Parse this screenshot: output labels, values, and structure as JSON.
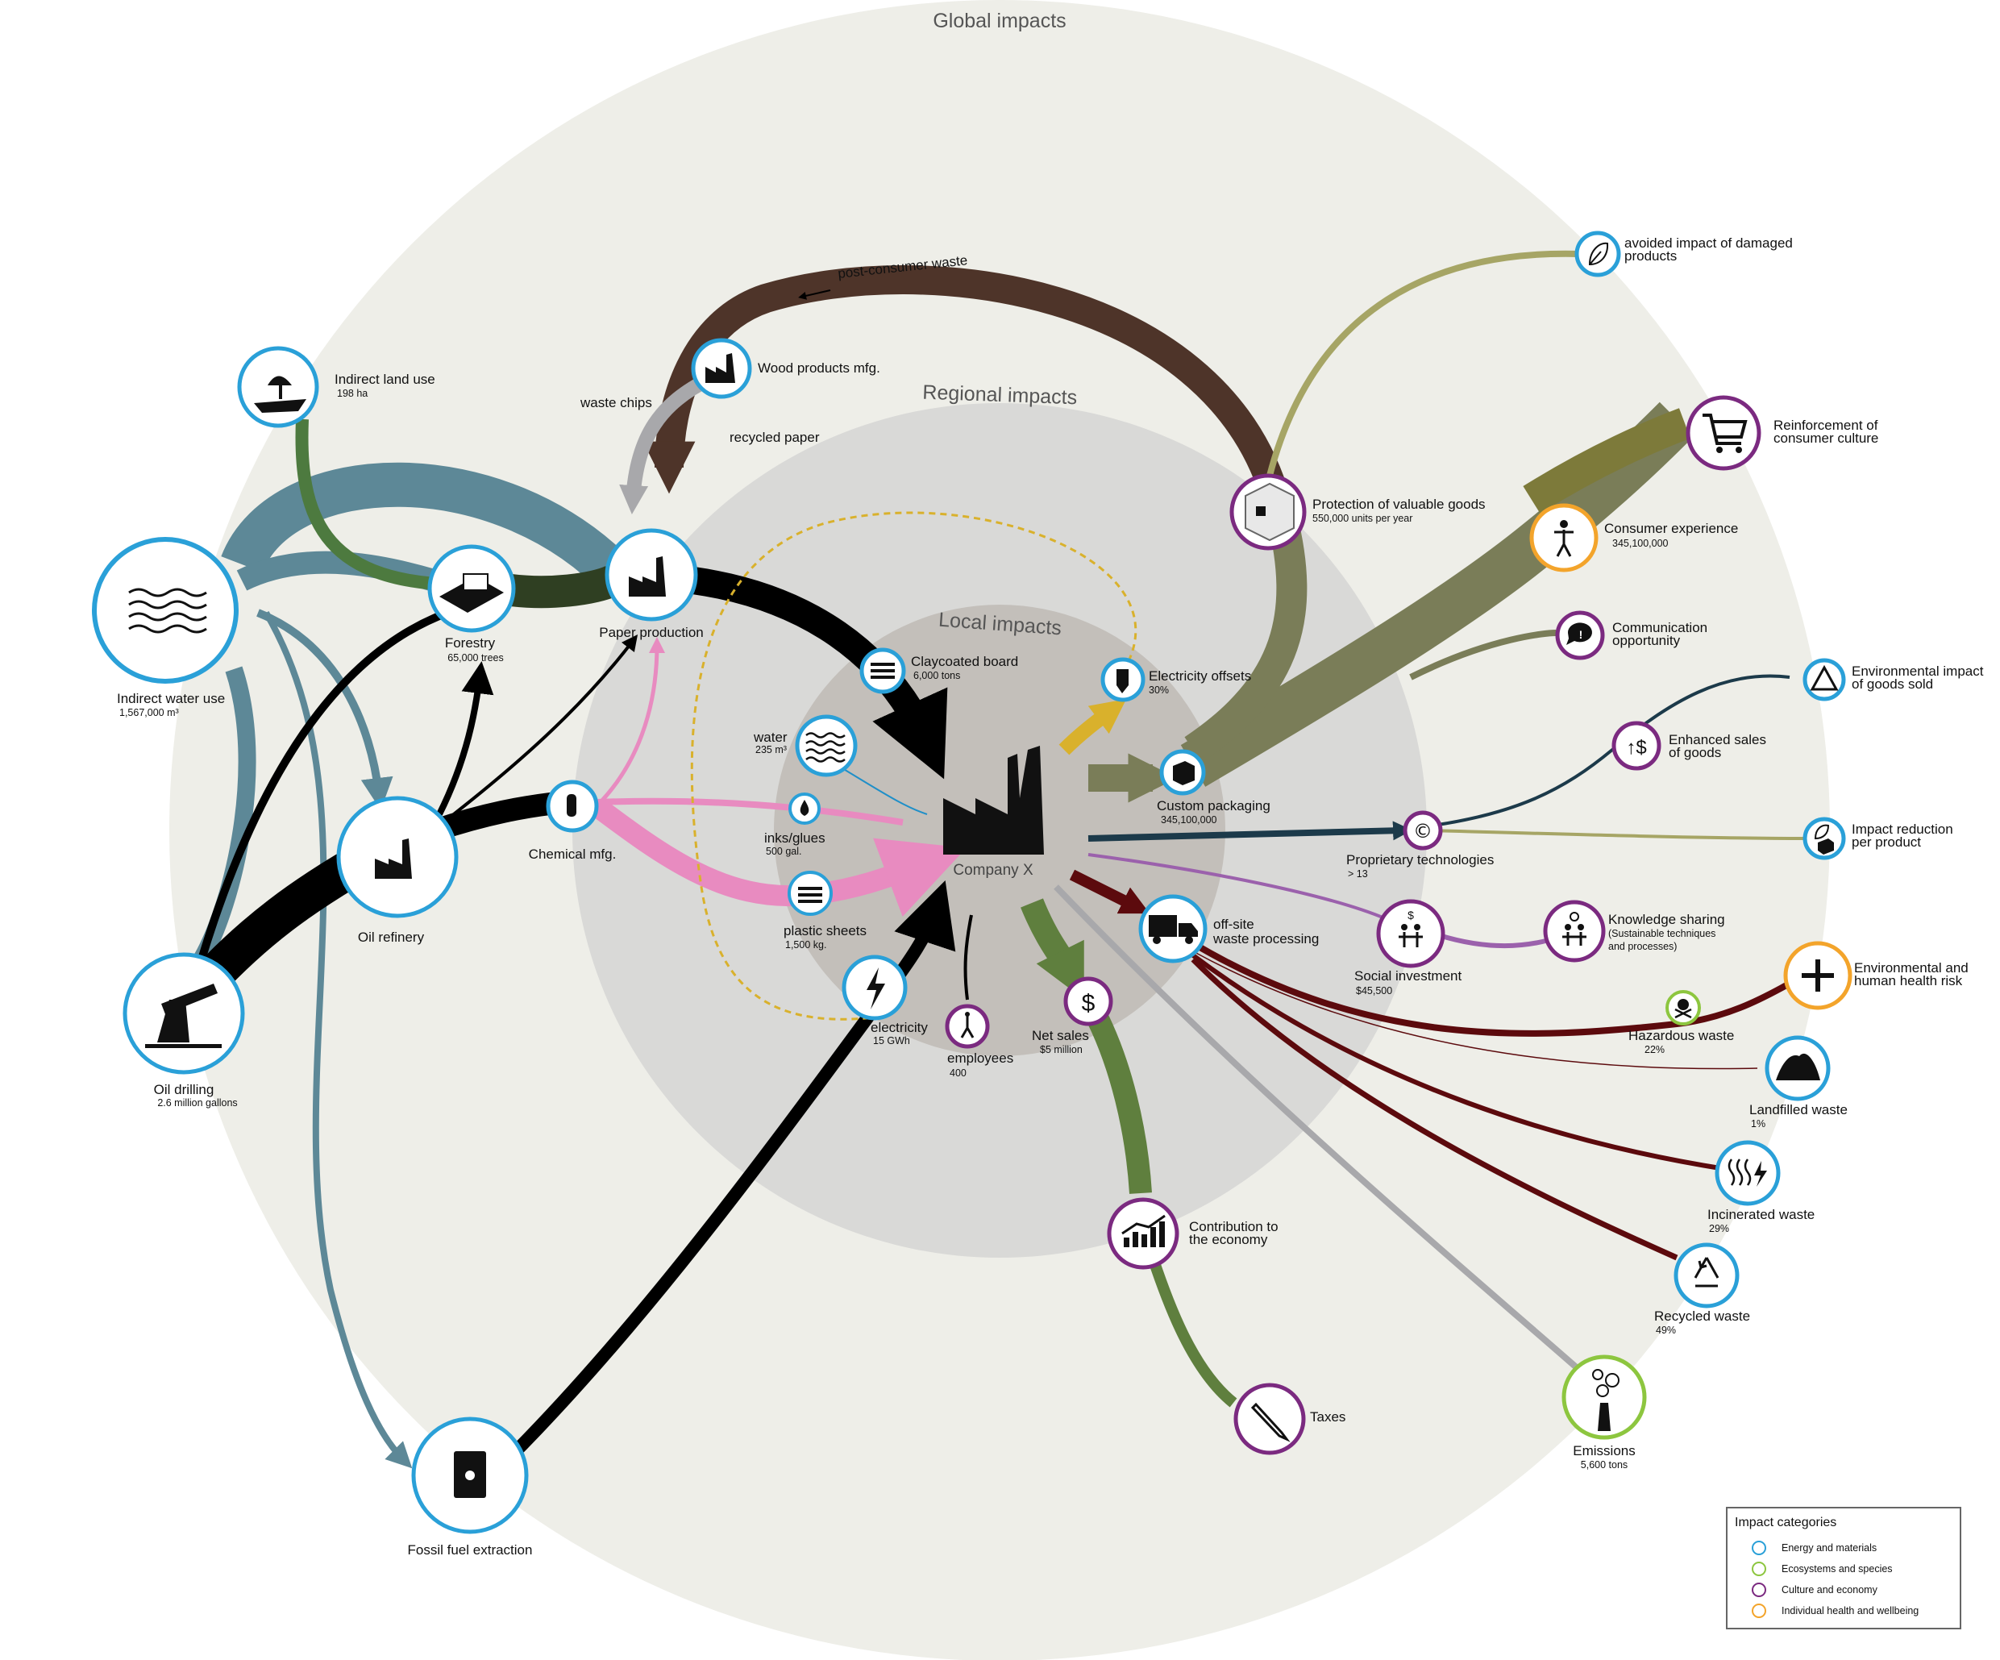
{
  "zones": {
    "global": "Global impacts",
    "regional": "Regional impacts",
    "local": "Local impacts"
  },
  "center": {
    "label": "Company X"
  },
  "nodes": {
    "indirect_land_use": {
      "label": "Indirect land use",
      "value": "198 ha"
    },
    "wood_products": {
      "label": "Wood products mfg."
    },
    "indirect_water": {
      "label": "Indirect water use",
      "value": "1,567,000 m³"
    },
    "forestry": {
      "label": "Forestry",
      "value": "65,000 trees"
    },
    "paper_production": {
      "label": "Paper production"
    },
    "oil_refinery": {
      "label": "Oil refinery"
    },
    "oil_drilling": {
      "label": "Oil drilling",
      "value": "2.6 million gallons"
    },
    "chemical_mfg": {
      "label": "Chemical mfg."
    },
    "fossil_fuel": {
      "label": "Fossil fuel extraction"
    },
    "claycoated_board": {
      "label": "Claycoated board",
      "value": "6,000 tons"
    },
    "water": {
      "label": "water",
      "value": "235 m³"
    },
    "inks_glues": {
      "label": "inks/glues",
      "value": "500 gal."
    },
    "plastic_sheets": {
      "label": "plastic sheets",
      "value": "1,500 kg."
    },
    "electricity": {
      "label": "electricity",
      "value": "15  GWh"
    },
    "employees": {
      "label": "employees",
      "value": "400"
    },
    "net_sales": {
      "label": "Net sales",
      "value": "$5 million"
    },
    "electricity_offsets": {
      "label": "Electricity offsets",
      "value": "30%"
    },
    "custom_packaging": {
      "label": "Custom packaging",
      "value": "345,100,000"
    },
    "protection_goods": {
      "label": "Protection of valuable goods",
      "value": "550,000 units per year"
    },
    "avoided_impact": {
      "label1": "avoided impact of damaged",
      "label2": "products"
    },
    "reinforcement": {
      "label1": "Reinforcement of",
      "label2": "consumer culture"
    },
    "consumer_experience": {
      "label": "Consumer experience",
      "value": "345,100,000"
    },
    "communication": {
      "label1": "Communication",
      "label2": "opportunity"
    },
    "env_impact_goods": {
      "label1": "Environmental impact",
      "label2": "of goods sold"
    },
    "enhanced_sales": {
      "label1": "Enhanced sales",
      "label2": "of goods"
    },
    "proprietary": {
      "label": "Proprietary technologies",
      "value": "> 13"
    },
    "impact_reduction": {
      "label1": "Impact reduction",
      "label2": "per product"
    },
    "offsite_waste": {
      "label1": "off-site",
      "label2": "waste processing"
    },
    "social_investment": {
      "label": "Social investment",
      "value": "$45,500"
    },
    "knowledge_sharing": {
      "label": "Knowledge sharing",
      "value1": "(Sustainable techniques",
      "value2": "and processes)"
    },
    "env_health_risk": {
      "label1": "Environmental and",
      "label2": "human health risk"
    },
    "hazardous_waste": {
      "label": "Hazardous waste",
      "value": "22%"
    },
    "landfilled_waste": {
      "label": "Landfilled waste",
      "value": "1%"
    },
    "incinerated_waste": {
      "label": "Incinerated waste",
      "value": "29%"
    },
    "recycled_waste": {
      "label": "Recycled waste",
      "value": "49%"
    },
    "emissions": {
      "label": "Emissions",
      "value": "5,600 tons"
    },
    "contribution_economy": {
      "label1": "Contribution to",
      "label2": "the economy"
    },
    "taxes": {
      "label": "Taxes"
    }
  },
  "flow_labels": {
    "post_consumer": "post-consumer waste",
    "waste_chips": "waste chips",
    "recycled_paper": "recycled paper"
  },
  "legend": {
    "title": "Impact categories",
    "items": [
      {
        "label": "Energy and materials",
        "color": "#2aa0d8"
      },
      {
        "label": "Ecosystems and species",
        "color": "#8dc63f"
      },
      {
        "label": "Culture and economy",
        "color": "#7b2a80"
      },
      {
        "label": "Individual health and wellbeing",
        "color": "#f3a42b"
      }
    ]
  },
  "colors": {
    "energy": "#2aa0d8",
    "ecosystems": "#8dc63f",
    "culture": "#7b2a80",
    "health": "#f3a42b",
    "global_ring": "#eeeee8",
    "regional_ring": "#d9d9d7",
    "local_ring": "#c3bfba"
  }
}
